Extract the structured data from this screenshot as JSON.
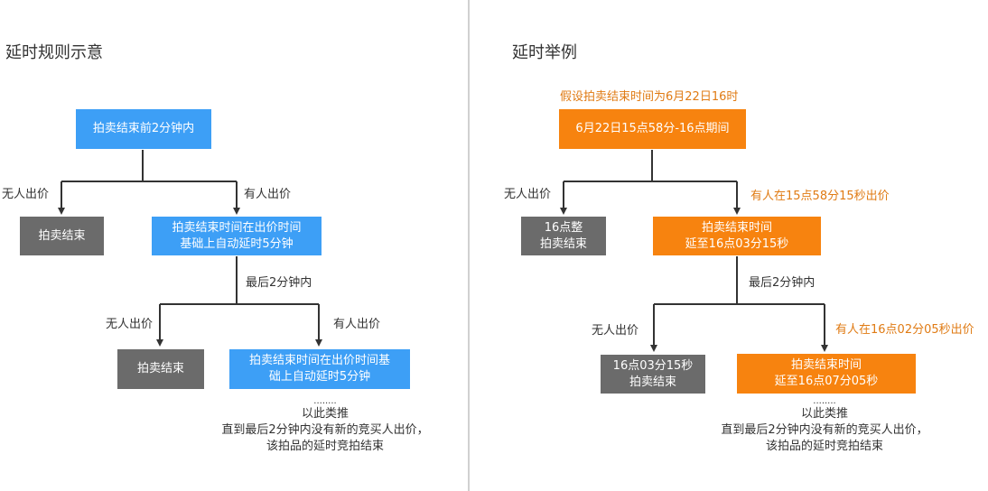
{
  "left": {
    "title": "延时规则示意",
    "box_top": "拍卖结束前2分钟内",
    "no_bid_1": "无人出价",
    "has_bid_1": "有人出价",
    "box_end_1": "拍卖结束",
    "box_extend_1_l1": "拍卖结束时间在出价时间",
    "box_extend_1_l2": "基础上自动延时5分钟",
    "last2": "最后2分钟内",
    "no_bid_2": "无人出价",
    "has_bid_2": "有人出价",
    "box_end_2": "拍卖结束",
    "box_extend_2_l1": "拍卖结束时间在出价时间基",
    "box_extend_2_l2": "础上自动延时5分钟",
    "dots": "........",
    "note_l1": "以此类推",
    "note_l2": "直到最后2分钟内没有新的竞买人出价，",
    "note_l3": "该拍品的延时竞拍结束"
  },
  "right": {
    "title": "延时举例",
    "assume": "假设拍卖结束时间为6月22日16时",
    "box_top": "6月22日15点58分-16点期间",
    "no_bid_1": "无人出价",
    "has_bid_1": "有人在15点58分15秒出价",
    "box_end_1_l1": "16点整",
    "box_end_1_l2": "拍卖结束",
    "box_extend_1_l1": "拍卖结束时间",
    "box_extend_1_l2": "延至16点03分15秒",
    "last2": "最后2分钟内",
    "no_bid_2": "无人出价",
    "has_bid_2": "有人在16点02分05秒出价",
    "box_end_2_l1": "16点03分15秒",
    "box_end_2_l2": "拍卖结束",
    "box_extend_2_l1": "拍卖结束时间",
    "box_extend_2_l2": "延至16点07分05秒",
    "dots": "........",
    "note_l1": "以此类推",
    "note_l2": "直到最后2分钟内没有新的竞买人出价，",
    "note_l3": "该拍品的延时竞拍结束"
  },
  "colors": {
    "blue": "#3d9ff6",
    "gray": "#6b6b6b",
    "orange": "#f7830f",
    "orange_text": "#e07b14"
  }
}
